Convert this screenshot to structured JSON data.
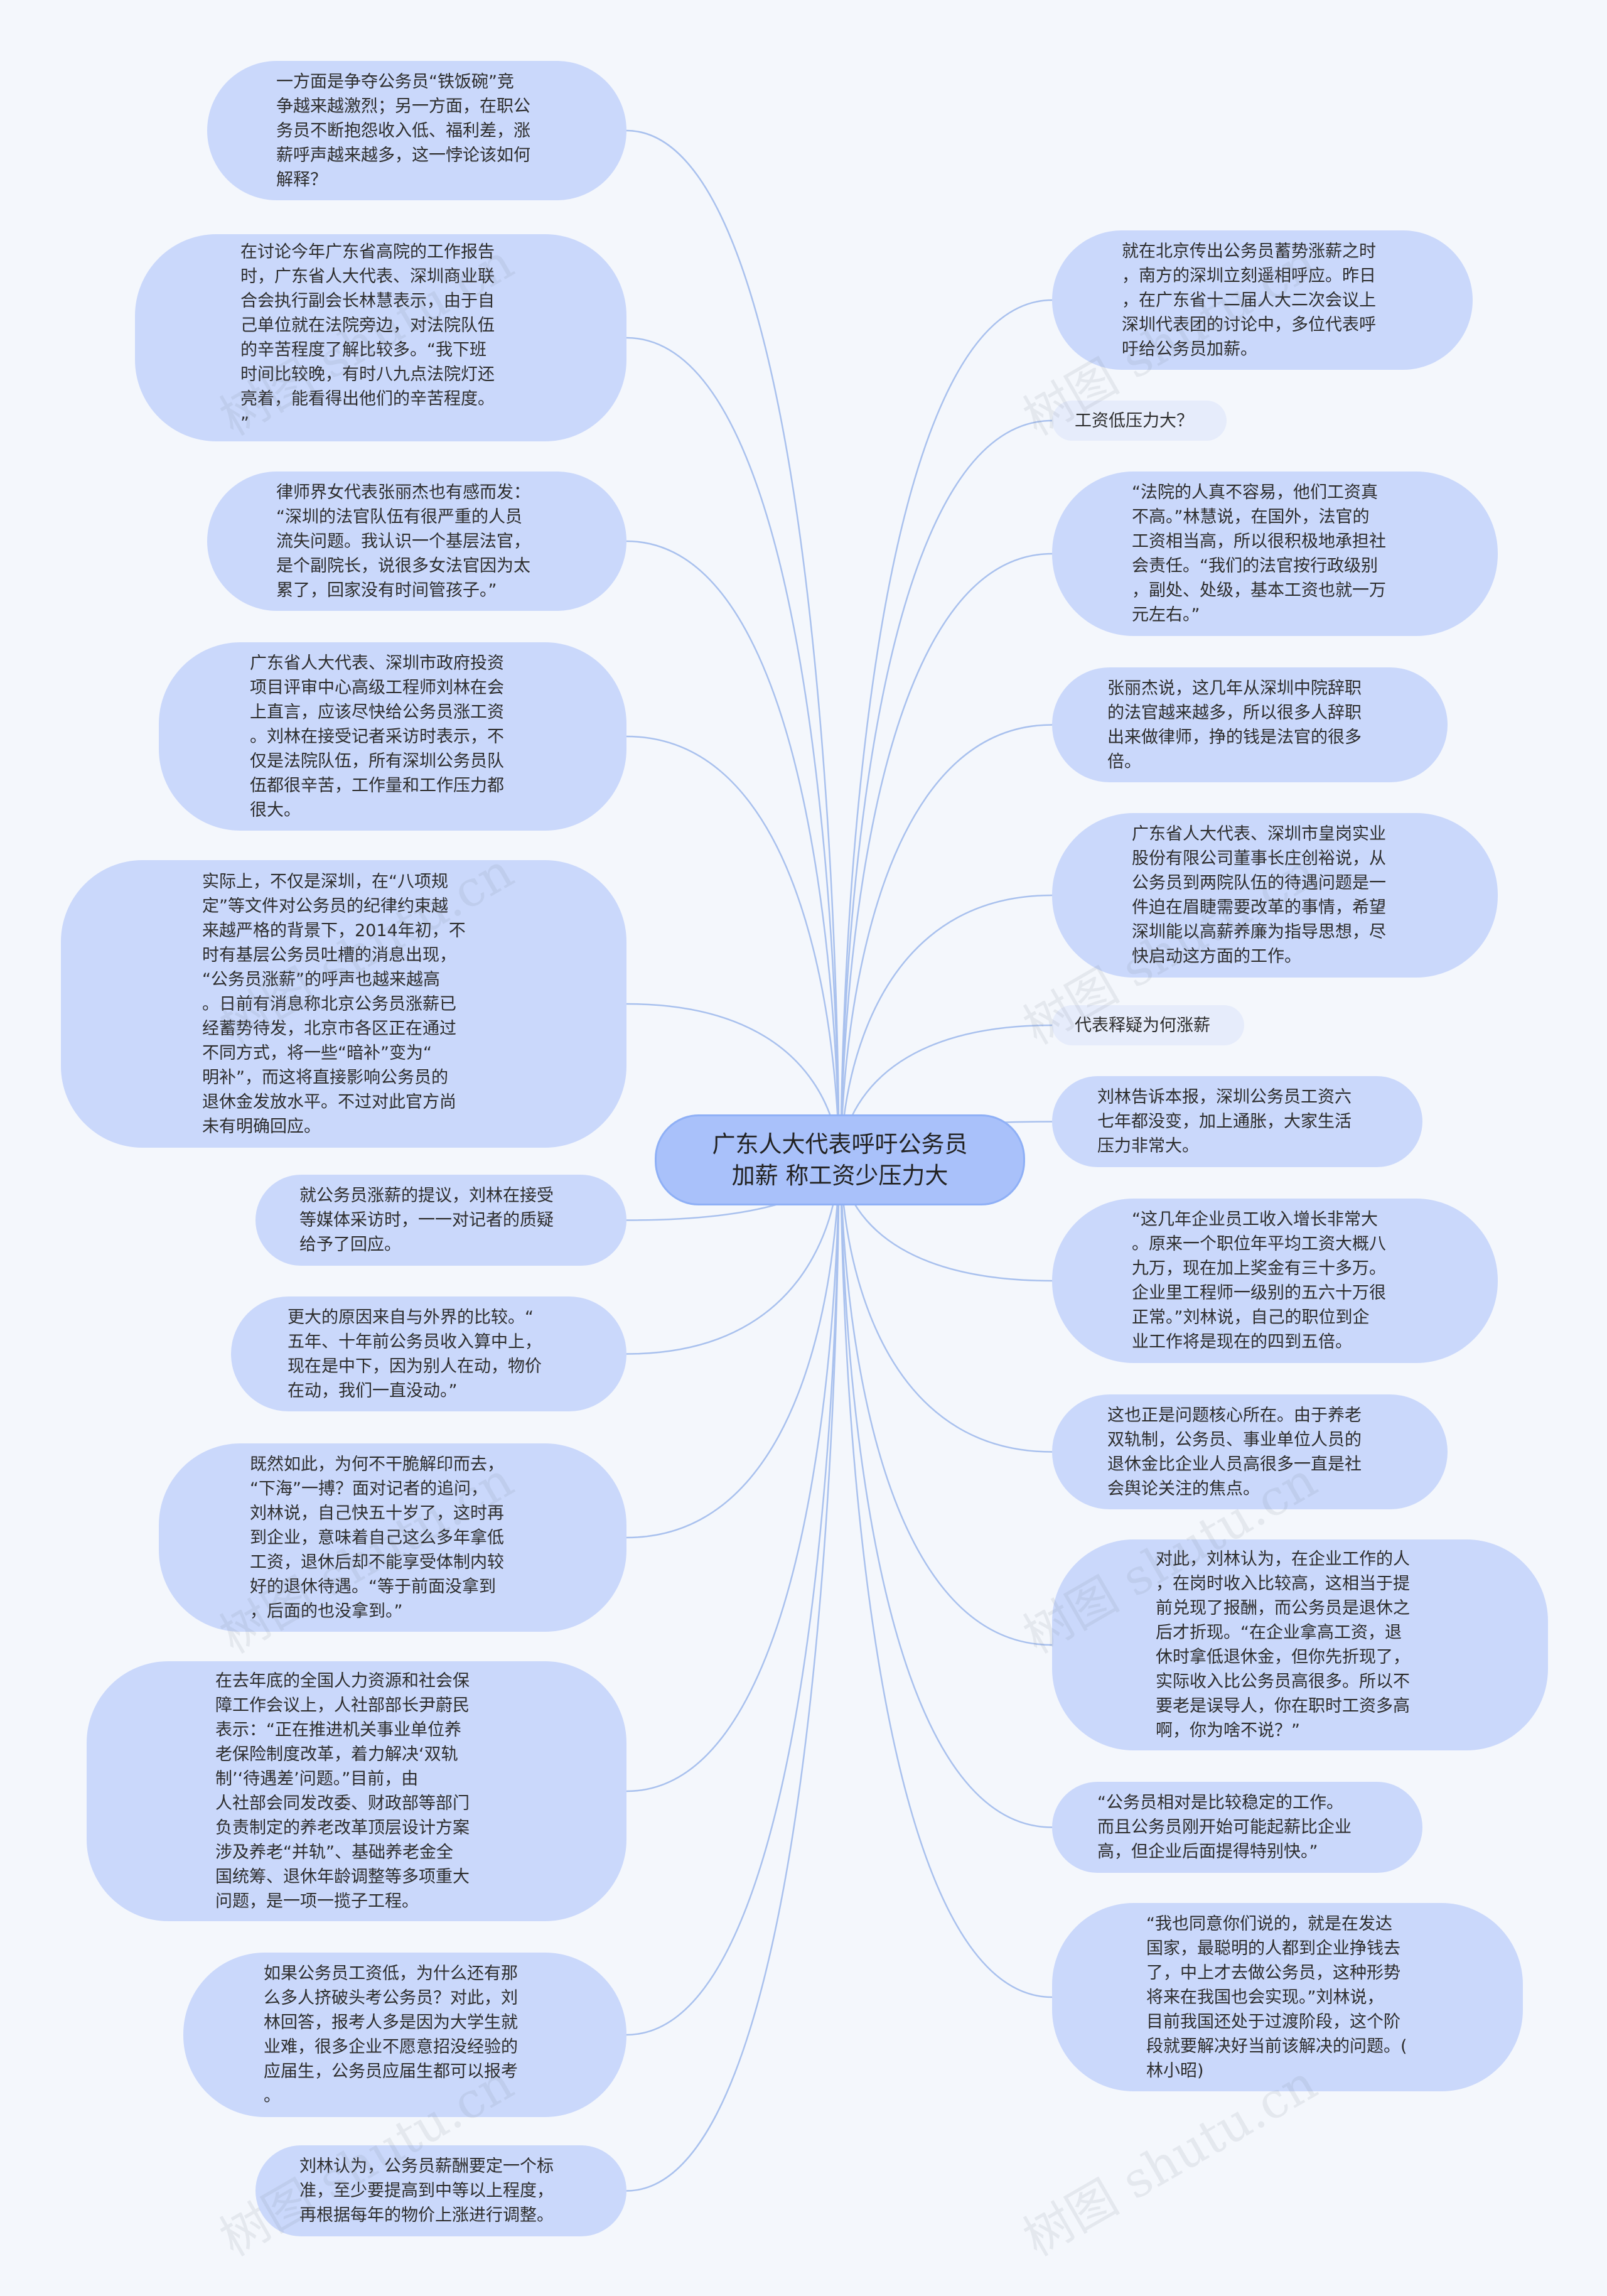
{
  "root": {
    "text": "广东人大代表呼吁公务员\n加薪 称工资少压力大"
  },
  "left_nodes": [
    {
      "text": "一方面是争夺公务员“铁饭碗”竞\n争越来越激烈；另一方面，在职公\n务员不断抱怨收入低、福利差，涨\n薪呼声越来越多，这一悖论该如何\n解释？"
    },
    {
      "text": "在讨论今年广东省高院的工作报告\n时，广东省人大代表、深圳商业联\n合会执行副会长林慧表示，由于自\n己单位就在法院旁边，对法院队伍\n的辛苦程度了解比较多。“我下班\n时间比较晚，有时八九点法院灯还\n亮着，能看得出他们的辛苦程度。\n”"
    },
    {
      "text": "律师界女代表张丽杰也有感而发：\n“深圳的法官队伍有很严重的人员\n流失问题。我认识一个基层法官，\n是个副院长，说很多女法官因为太\n累了，回家没有时间管孩子。”"
    },
    {
      "text": "广东省人大代表、深圳市政府投资\n项目评审中心高级工程师刘林在会\n上直言，应该尽快给公务员涨工资\n。刘林在接受记者采访时表示，不\n仅是法院队伍，所有深圳公务员队\n伍都很辛苦，工作量和工作压力都\n很大。"
    },
    {
      "text": "实际上，不仅是深圳，在“八项规\n定”等文件对公务员的纪律约束越\n来越严格的背景下，2014年初，不\n时有基层公务员吐槽的消息出现，\n“公务员涨薪”的呼声也越来越高\n。日前有消息称北京公务员涨薪已\n经蓄势待发，北京市各区正在通过\n不同方式，将一些“暗补”变为“\n明补”，而这将直接影响公务员的\n退休金发放水平。不过对此官方尚\n未有明确回应。"
    },
    {
      "text": "就公务员涨薪的提议，刘林在接受\n等媒体采访时，一一对记者的质疑\n给予了回应。"
    },
    {
      "text": "更大的原因来自与外界的比较。“\n五年、十年前公务员收入算中上，\n现在是中下，因为别人在动，物价\n在动，我们一直没动。”"
    },
    {
      "text": "既然如此，为何不干脆解印而去，\n“下海”一搏？面对记者的追问，\n刘林说，自己快五十岁了，这时再\n到企业，意味着自己这么多年拿低\n工资，退休后却不能享受体制内较\n好的退休待遇。“等于前面没拿到\n，后面的也没拿到。”"
    },
    {
      "text": "在去年底的全国人力资源和社会保\n障工作会议上，人社部部长尹蔚民\n表示：“正在推进机关事业单位养\n老保险制度改革，着力解决‘双轨\n制’‘待遇差’问题。”目前，由\n人社部会同发改委、财政部等部门\n负责制定的养老改革顶层设计方案\n涉及养老“并轨”、基础养老金全\n国统筹、退休年龄调整等多项重大\n问题，是一项一揽子工程。"
    },
    {
      "text": "如果公务员工资低，为什么还有那\n么多人挤破头考公务员？对此，刘\n林回答，报考人多是因为大学生就\n业难，很多企业不愿意招没经验的\n应届生，公务员应届生都可以报考\n。"
    },
    {
      "text": "刘林认为，公务员薪酬要定一个标\n准，至少要提高到中等以上程度，\n再根据每年的物价上涨进行调整。"
    }
  ],
  "right_nodes": [
    {
      "text": "就在北京传出公务员蓄势涨薪之时\n，南方的深圳立刻遥相呼应。昨日\n，在广东省十二届人大二次会议上\n深圳代表团的讨论中，多位代表呼\n吁给公务员加薪。"
    },
    {
      "text": "工资低压力大？"
    },
    {
      "text": "“法院的人真不容易，他们工资真\n不高。”林慧说，在国外，法官的\n工资相当高，所以很积极地承担社\n会责任。“我们的法官按行政级别\n，副处、处级，基本工资也就一万\n元左右。”"
    },
    {
      "text": "张丽杰说，这几年从深圳中院辞职\n的法官越来越多，所以很多人辞职\n出来做律师，挣的钱是法官的很多\n倍。"
    },
    {
      "text": "广东省人大代表、深圳市皇岗实业\n股份有限公司董事长庄创裕说，从\n公务员到两院队伍的待遇问题是一\n件迫在眉睫需要改革的事情，希望\n深圳能以高薪养廉为指导思想，尽\n快启动这方面的工作。"
    },
    {
      "text": "代表释疑为何涨薪"
    },
    {
      "text": "刘林告诉本报，深圳公务员工资六\n七年都没变，加上通胀，大家生活\n压力非常大。"
    },
    {
      "text": "“这几年企业员工收入增长非常大\n。原来一个职位年平均工资大概八\n九万，现在加上奖金有三十多万。\n企业里工程师一级别的五六十万很\n正常。”刘林说，自己的职位到企\n业工作将是现在的四到五倍。"
    },
    {
      "text": "这也正是问题核心所在。由于养老\n双轨制，公务员、事业单位人员的\n退休金比企业人员高很多一直是社\n会舆论关注的焦点。"
    },
    {
      "text": "对此，刘林认为，在企业工作的人\n，在岗时收入比较高，这相当于提\n前兑现了报酬，而公务员是退休之\n后才折现。“在企业拿高工资，退\n休时拿低退休金，但你先折现了，\n实际收入比公务员高很多。所以不\n要老是误导人，你在职时工资多高\n啊，你为啥不说？”"
    },
    {
      "text": "“公务员相对是比较稳定的工作。\n而且公务员刚开始可能起薪比企业\n高，但企业后面提得特别快。”"
    },
    {
      "text": "“我也同意你们说的，就是在发达\n国家，最聪明的人都到企业挣钱去\n了，中上才去做公务员，这种形势\n将来在我国也会实现。”刘林说，\n目前我国还处于过渡阶段，这个阶\n段就要解决好当前该解决的问题。(\n林小昭)"
    }
  ],
  "watermark": "树图 shutu.cn",
  "colors": {
    "link": "#a9c1ee",
    "node": "#cad8fb",
    "root": "#a9c1fa",
    "background": "#f4f7fc"
  }
}
